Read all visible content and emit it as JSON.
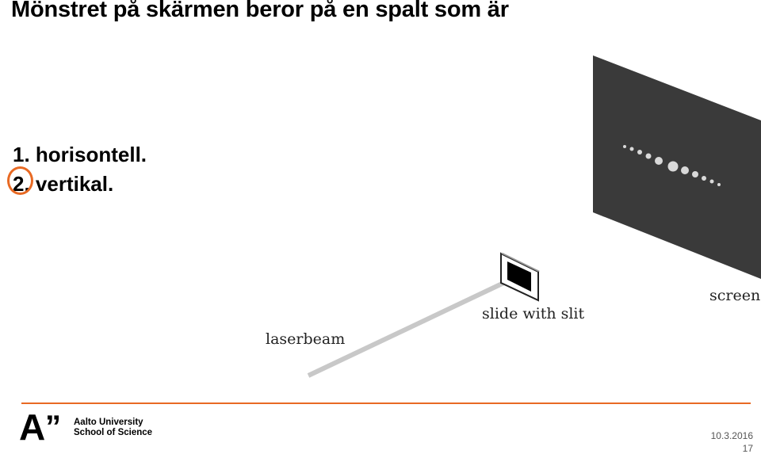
{
  "slide": {
    "title": "Mönstret på skärmen beror på en spalt som är",
    "options": [
      "1. horisontell.",
      "2. vertikal."
    ],
    "labels": {
      "screen": "screen",
      "slide": "slide with slit",
      "laser": "laserbeam"
    }
  },
  "footer": {
    "logo_line1": "Aalto University",
    "logo_line2": "School of Science",
    "date": "10.3.2016",
    "page": "17"
  },
  "colors": {
    "accent": "#e86a24",
    "screen_fill": "#3a3a3a",
    "beam": "#c8c8c8"
  },
  "icons": {
    "logo": "aalto-a-logo"
  }
}
